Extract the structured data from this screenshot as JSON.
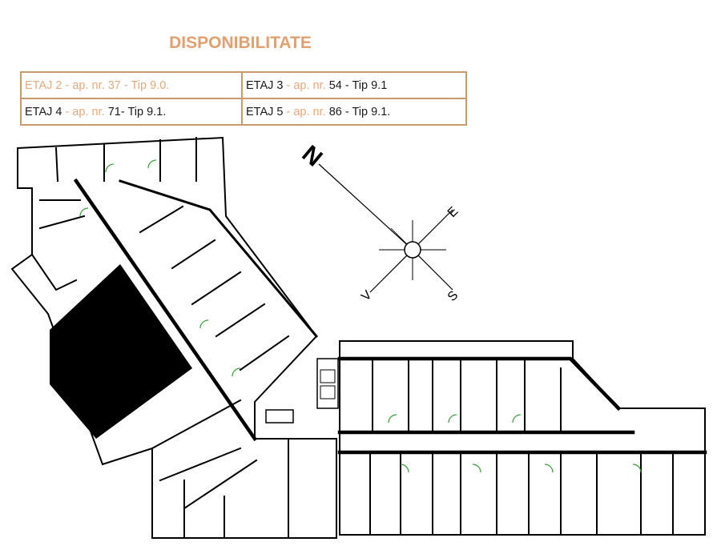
{
  "title": "DISPONIBILITATE",
  "colors": {
    "accent": "#e0a070",
    "border": "#c89a6c",
    "light_text": "#e0ab80",
    "door_green": "#3a9a3a"
  },
  "availability": [
    {
      "floor": "ETAJ 2",
      "apt_prefix": " - ap. nr. ",
      "apt_no": "37",
      "type": " - Tip 9.0."
    },
    {
      "floor": "ETAJ 3",
      "apt_prefix": " - ap. nr. ",
      "apt_no": "54",
      "type": " - Tip 9.1"
    },
    {
      "floor": "ETAJ  4",
      "apt_prefix": "  - ap. nr. ",
      "apt_no": "71",
      "type": "- Tip 9.1."
    },
    {
      "floor": "ETAJ 5",
      "apt_prefix": " - ap. nr. ",
      "apt_no": "86",
      "type": " - Tip 9.1."
    }
  ],
  "compass": {
    "north": "N",
    "east": "E",
    "south": "S",
    "west": "V"
  }
}
